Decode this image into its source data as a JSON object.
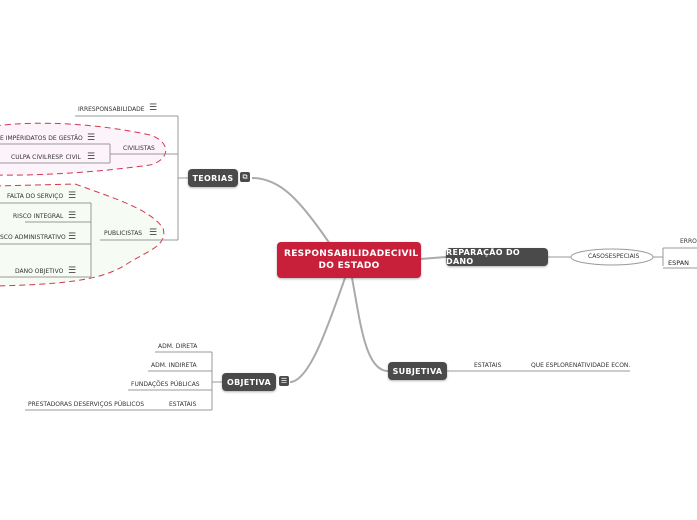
{
  "central": {
    "label": "RESPONSABILIDADECIVIL DO ESTADO"
  },
  "teorias": {
    "label": "TEORIAS",
    "irresponsabilidade": "IRRESPONSABILIDADE",
    "civilistas": {
      "label": "CIVILISTAS",
      "items": [
        "E IMPÉRIDATOS DE GESTÃO",
        "CULPA CIVILRESP. CIVIL"
      ]
    },
    "publicistas": {
      "label": "PUBLICISTAS",
      "items": [
        "FALTA DO SERVIÇO",
        "RISCO INTEGRAL",
        "SCO ADMINISTRATIVO",
        "DANO OBJETIVO"
      ]
    }
  },
  "reparacao": {
    "label": "REPARAÇÃO DO DANO",
    "casos": "CASOSESPECIAIS",
    "items": [
      "ERRO",
      "ESPAN"
    ]
  },
  "subjetiva": {
    "label": "SUBJETIVA",
    "estatais": "ESTATAIS",
    "que": "QUE ESPLORENATIVIDADE ECON."
  },
  "objetiva": {
    "label": "OBJETIVA",
    "items": [
      "ADM. DIRETA",
      "ADM. INDIRETA",
      "FUNDAÇÕES PÚBLICAS",
      "ESTATAIS"
    ],
    "prestadoras": "PRESTADORAS DESERVIÇOS PÚBLICOS"
  },
  "colors": {
    "central": "#c8203a",
    "node": "#4a4a4a",
    "boundary": "#d0394f"
  }
}
